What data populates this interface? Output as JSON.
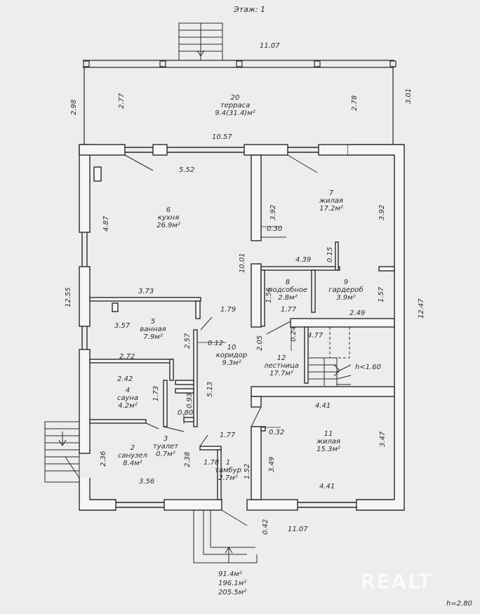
{
  "header": {
    "floor_title": "Этаж: 1"
  },
  "rooms": [
    {
      "num": "20",
      "name": "терраса",
      "area": "9.4(31.4)м²"
    },
    {
      "num": "6",
      "name": "кухня",
      "area": "26.9м²"
    },
    {
      "num": "7",
      "name": "жилая",
      "area": "17.2м²"
    },
    {
      "num": "8",
      "name": "подсобное",
      "area": "2.8м²"
    },
    {
      "num": "9",
      "name": "гардероб",
      "area": "3.9м²"
    },
    {
      "num": "5",
      "name": "ванная",
      "area": "7.9м²"
    },
    {
      "num": "10",
      "name": "коридор",
      "area": "9.3м²"
    },
    {
      "num": "12",
      "name": "лестница",
      "area": "17.7м²"
    },
    {
      "num": "4",
      "name": "сауна",
      "area": "4.2м²"
    },
    {
      "num": "3",
      "name": "туалет",
      "area": "0.7м²"
    },
    {
      "num": "2",
      "name": "санузел",
      "area": "8.4м²"
    },
    {
      "num": "1",
      "name": "тамбур",
      "area": "2.7м²"
    },
    {
      "num": "11",
      "name": "жилая",
      "area": "15.3м²"
    }
  ],
  "dimensions": {
    "terrace_width": "11.07",
    "terrace_left_outer": "2.98",
    "terrace_left_inner": "2.77",
    "terrace_right_inner": "2.78",
    "terrace_right_outer": "3.01",
    "house_top": "10.57",
    "kitchen_top": "5.52",
    "kitchen_left": "4.87",
    "left_outer": "12.55",
    "kitchen_right": "10.01",
    "room7_left": "3.92",
    "room7_right": "3.92",
    "wall_030": "0.30",
    "right_outer": "12.47",
    "room8_top": "4.39",
    "wall_015": "0.15",
    "room8_left": "1.56",
    "room8_bottom": "1.77",
    "room9_right": "1.57",
    "room9_bottom": "2.49",
    "bath_top": "3.73",
    "bath_left": "3.57",
    "corridor_top": "1.79",
    "bath_right": "2.57",
    "wall_012": "0.12",
    "stair_left": "2.05",
    "wall_024": "0.24",
    "stair_top": "4.77",
    "stair_height": "h<1.60",
    "sauna_top": "2.72",
    "sauna_left": "2.42",
    "sauna_right": "1.73",
    "wall_093": "0.93",
    "corridor_right": "5.13",
    "toilet_width": "0.80",
    "stair_bottom": "4.41",
    "vestibule_top": "1.77",
    "wall_032": "0.32",
    "room11_right": "3.47",
    "sanuzel_left": "2.36",
    "sanuzel_right": "2.38",
    "vestibule_left": "1.78",
    "vestibule_right": "1.52",
    "room11_left": "3.49",
    "sanuzel_bottom": "3.56",
    "room11_bottom": "4.41",
    "wall_042": "0.42",
    "house_bottom": "11.07"
  },
  "totals": {
    "living": "91.4м²",
    "general": "196.1м²",
    "total": "205.5м²"
  },
  "ceiling_height": "h=2.80",
  "watermark": "REALT",
  "colors": {
    "background": "#ecedef",
    "line": "#2a2a2e",
    "wall_fill": "#f6f6f4"
  }
}
